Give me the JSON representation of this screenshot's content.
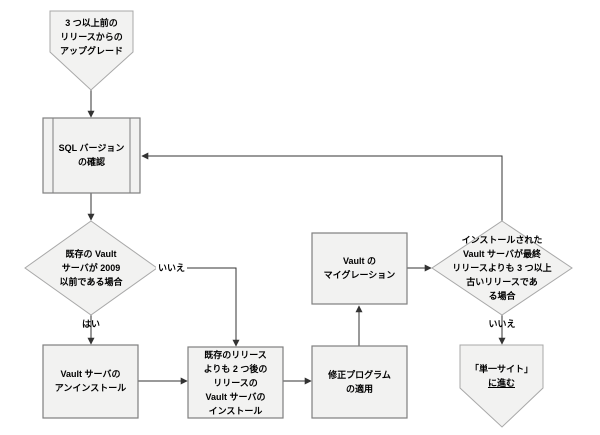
{
  "colors": {
    "node_fill": "#f2f2f1",
    "process_border": "#7f7f7f",
    "shape_border": "#a8a8a8",
    "connector": "#333333",
    "text": "#000000"
  },
  "nodes": {
    "start": {
      "type": "offpage-connector",
      "lines": [
        "3 つ以上前の",
        "リリースからの",
        "アップグレード"
      ]
    },
    "sql_check": {
      "type": "predefined-process",
      "lines": [
        "SQL バージョン",
        "の確認"
      ]
    },
    "decision_sql2009": {
      "type": "decision",
      "lines": [
        "既存の Vault",
        "サーバが 2009",
        "以前である場合"
      ]
    },
    "uninstall": {
      "type": "process",
      "lines": [
        "Vault サーバの",
        "アンインストール"
      ]
    },
    "install": {
      "type": "process",
      "lines": [
        "既存のリリース",
        "よりも 2 つ後の",
        "リリースの",
        "Vault サーバの",
        "インストール"
      ]
    },
    "patch": {
      "type": "process",
      "lines": [
        "修正プログラム",
        "の適用"
      ]
    },
    "migration": {
      "type": "process",
      "lines": [
        "Vault の",
        "マイグレーション"
      ]
    },
    "decision_old_release": {
      "type": "decision",
      "lines": [
        "インストールされた",
        "Vault サーバが最終",
        "リリースよりも 3 つ以上",
        "古いリリースであ",
        "る場合"
      ]
    },
    "goto_single_site": {
      "type": "offpage-connector",
      "title": "「単一サイト」",
      "link": "に進む"
    }
  },
  "edge_labels": {
    "yes": "はい",
    "no_left": "いいえ",
    "no_right": "いいえ"
  }
}
